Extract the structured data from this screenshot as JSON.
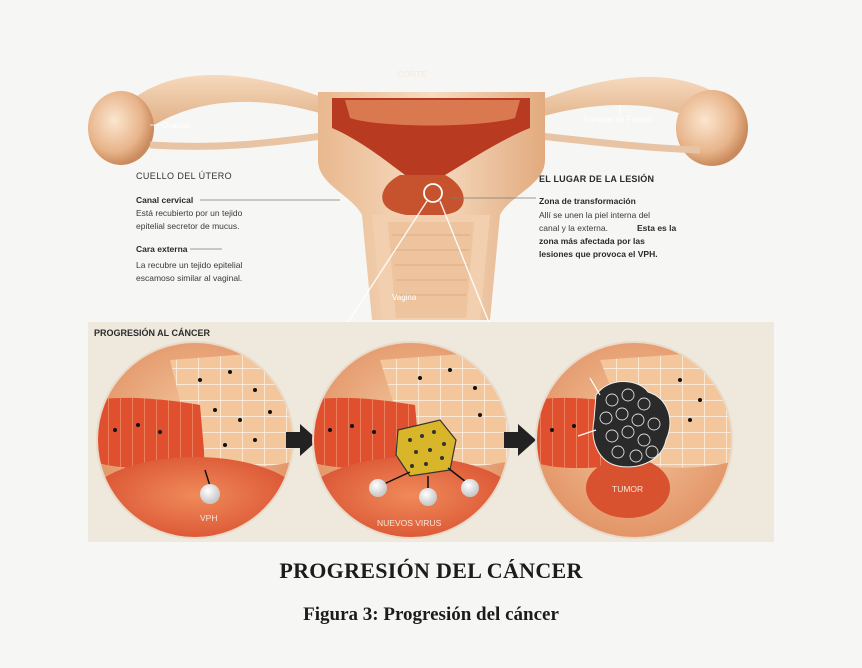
{
  "anatomy": {
    "corte": "CORTE",
    "ovarios": "Ovarios",
    "trompas": "Trompas de Falopio",
    "vagina": "Vagina"
  },
  "cuello": {
    "title": "CUELLO DEL ÚTERO",
    "canal_title": "Canal cervical",
    "canal_lines": [
      "Está recubierto por un tejido",
      "epitelial secretor de mucus."
    ],
    "cara_title": "Cara externa",
    "cara_lines": [
      "La recubre un tejido epitelial",
      "escamoso similar al vaginal."
    ]
  },
  "lesion": {
    "title": "EL LUGAR DE LA LESIÓN",
    "zona_title": "Zona de transformación",
    "zona_lines": [
      "Allí se unen la piel interna del",
      "canal y la externa."
    ],
    "zona_bold_inline": "Esta es la",
    "zona_bold_lines": [
      "zona más afectada por las",
      "lesiones que provoca el VPH."
    ]
  },
  "progression": {
    "title": "PROGRESIÓN AL CÁNCER",
    "stages": [
      {
        "label": "VPH"
      },
      {
        "label": "NUEVOS VIRUS"
      },
      {
        "label": "TUMOR"
      }
    ]
  },
  "captions": {
    "main": "PROGRESIÓN DEL CÁNCER",
    "figure": "Figura  3: Progresión del cáncer"
  },
  "colors": {
    "tissue": "#e9a271",
    "uterus_interior": "#b53a20",
    "panel_bg": "#efe8dc",
    "arrow": "#222222"
  }
}
